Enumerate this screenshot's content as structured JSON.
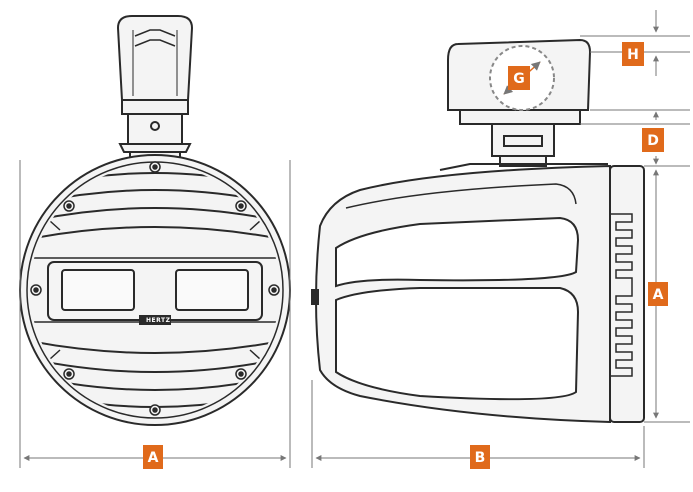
{
  "brand_text": "HERTZ",
  "dimension_labels": {
    "front_width": "A",
    "side_depth": "B",
    "side_height": "A",
    "mount_clamp_height": "H",
    "clamp_diameter": "G",
    "bracket_offset": "D"
  },
  "colors": {
    "line": "#2a2a2a",
    "fill": "#f4f4f4",
    "accent": "#e06a1b",
    "dimension": "#777777",
    "label_text": "#ffffff"
  },
  "icons": [
    "speaker-front-view",
    "speaker-side-view",
    "tower-clamp",
    "dimension-arrows"
  ]
}
